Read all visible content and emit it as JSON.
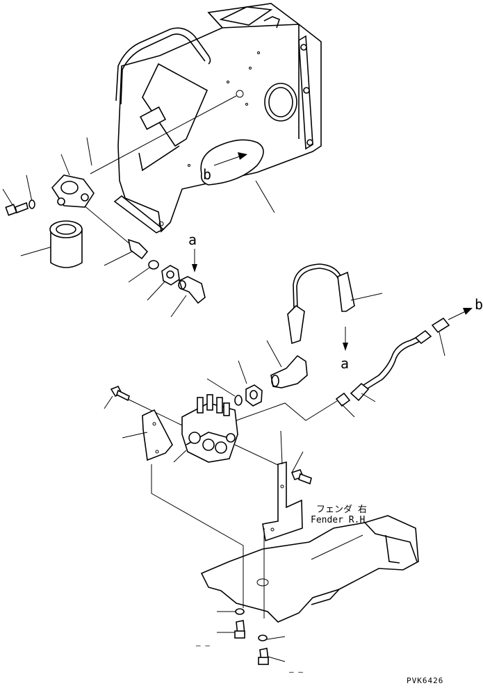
{
  "labels": {
    "ref_a_top": "a",
    "ref_b_top": "b",
    "ref_a_mid": "a",
    "ref_b_right": "b",
    "fender_jp": "フェンダ 右",
    "fender_en": "Fender R.H.",
    "drawing_code": "PVK6426",
    "dash_left": "— —",
    "dash_right": "— —"
  }
}
